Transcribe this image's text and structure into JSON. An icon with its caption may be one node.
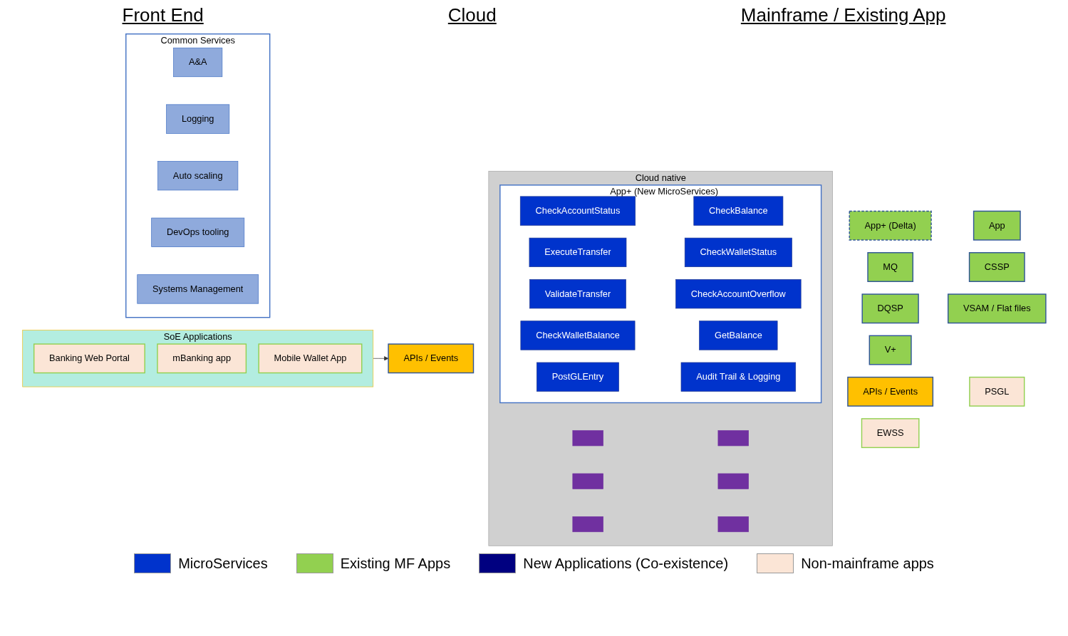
{
  "diagram": {
    "nodes": [
      {
        "text": [
          "SoE Applications"
        ]
      },
      {
        "text": [
          "Banking Web Portal"
        ],
        "in": 0
      },
      {
        "text": [
          "mBanking app"
        ],
        "in": 0
      },
      {
        "text": [
          "Mobile Wallet App"
        ],
        "in": 0
      },
      {
        "text": [
          "APIs / Events"
        ]
      },
      {
        "text": [
          "Cloud native"
        ]
      },
      {
        "text": [
          "App+ (New MicroServices)"
        ],
        "in": 5
      },
      {
        "text": [
          "CheckAccountStatus"
        ],
        "in": 6
      },
      {
        "text": [
          "CheckBalance"
        ],
        "in": 6
      },
      {
        "text": [
          "ExecuteTransfer"
        ],
        "in": 6
      },
      {
        "text": [
          "CheckWalletStatus"
        ],
        "in": 6
      },
      {
        "text": [
          "ValidateTransfer"
        ],
        "in": 6
      },
      {
        "text": [
          "CheckAccountOverflow"
        ],
        "in": 6
      },
      {
        "text": [
          "CheckWalletBalance"
        ],
        "in": 6
      },
      {
        "text": [
          "GetBalance"
        ],
        "in": 6
      },
      {
        "text": [
          "PostGLEntry"
        ],
        "in": 6
      },
      {
        "text": [
          "Audit Trail & Logging"
        ],
        "in": 6
      },
      {
        "text": [],
        "shape": "box",
        "in": 5
      },
      {
        "text": [],
        "shape": "box",
        "in": 5
      },
      {
        "text": [],
        "shape": "box",
        "in": 5
      },
      {
        "text": [],
        "shape": "box",
        "in": 5
      },
      {
        "text": [],
        "shape": "box",
        "in": 5
      },
      {
        "text": [],
        "shape": "box",
        "in": 5
      },
      {
        "text": [
          "App+ (Delta)"
        ]
      },
      {
        "text": [
          "App"
        ]
      },
      {
        "text": [
          "MQ"
        ]
      },
      {
        "text": [
          "CSSP"
        ]
      },
      {
        "text": [
          "DQSP"
        ]
      },
      {
        "text": [
          "VSAM / Flat files"
        ]
      },
      {
        "text": [
          "V+"
        ]
      },
      {
        "text": [
          "APIs / Events"
        ]
      },
      {
        "text": [
          "PSGL"
        ]
      },
      {
        "text": [
          "EWSS"
        ]
      },
      {
        "text": [
          "Common Services"
        ]
      },
      {
        "text": [
          "A&A"
        ],
        "in": 33
      },
      {
        "text": [
          "Logging"
        ],
        "in": 33
      },
      {
        "text": [
          "Auto scaling"
        ],
        "in": 33
      },
      {
        "text": [
          "DevOps tooling"
        ],
        "in": 33
      },
      {
        "text": [
          "Systems Management"
        ],
        "in": 33
      }
    ],
    "edges": [
      {
        "from": 0,
        "to": 4,
        "arrow": "to"
      }
    ],
    "labels": [
      "Front End",
      "Cloud",
      "Mainframe / Existing App"
    ],
    "legend": [
      {
        "text": "MicroServices",
        "color": "#0033cc"
      },
      {
        "text": "Existing MF Apps",
        "color": "#92d050"
      },
      {
        "text": "New Applications (Co-existence)",
        "color": "#000080"
      },
      {
        "text": "Non-mainframe apps",
        "color": "#fbe5d6"
      }
    ]
  }
}
